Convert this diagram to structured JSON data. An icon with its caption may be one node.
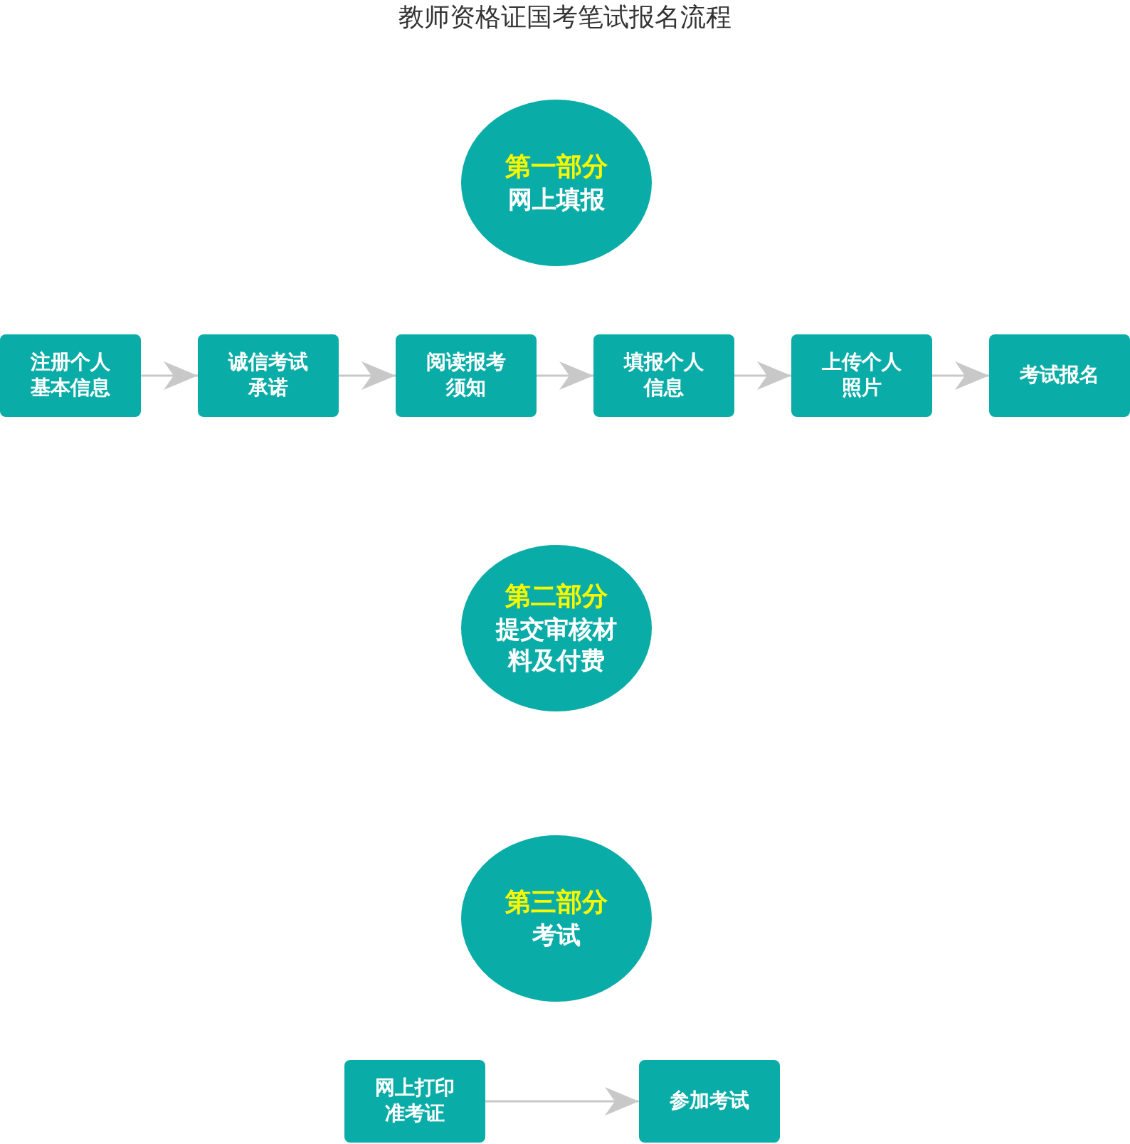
{
  "diagram": {
    "title": "教师资格证国考笔试报名流程",
    "nodes": [
      {
        "text": [
          "第一部分",
          "网上填报"
        ]
      },
      {
        "text": [
          "注册个人基本信息"
        ]
      },
      {
        "text": [
          "诚信考试承诺"
        ]
      },
      {
        "text": [
          "阅读报考须知"
        ]
      },
      {
        "text": [
          "填报个人信息"
        ]
      },
      {
        "text": [
          "上传个人照片"
        ]
      },
      {
        "text": [
          "考试报名"
        ]
      },
      {
        "text": [
          "第二部分",
          "提交审核材料及付费"
        ]
      },
      {
        "text": [
          "第三部分",
          "考试"
        ]
      },
      {
        "text": [
          "网上打印准考证"
        ]
      },
      {
        "text": [
          "参加考试"
        ]
      }
    ],
    "edges": [
      {
        "from": 1,
        "to": 2,
        "arrow": "to"
      },
      {
        "from": 2,
        "to": 3,
        "arrow": "to"
      },
      {
        "from": 3,
        "to": 4,
        "arrow": "to"
      },
      {
        "from": 4,
        "to": 5,
        "arrow": "to"
      },
      {
        "from": 5,
        "to": 6,
        "arrow": "to"
      },
      {
        "from": 9,
        "to": 10,
        "arrow": "to"
      }
    ]
  }
}
